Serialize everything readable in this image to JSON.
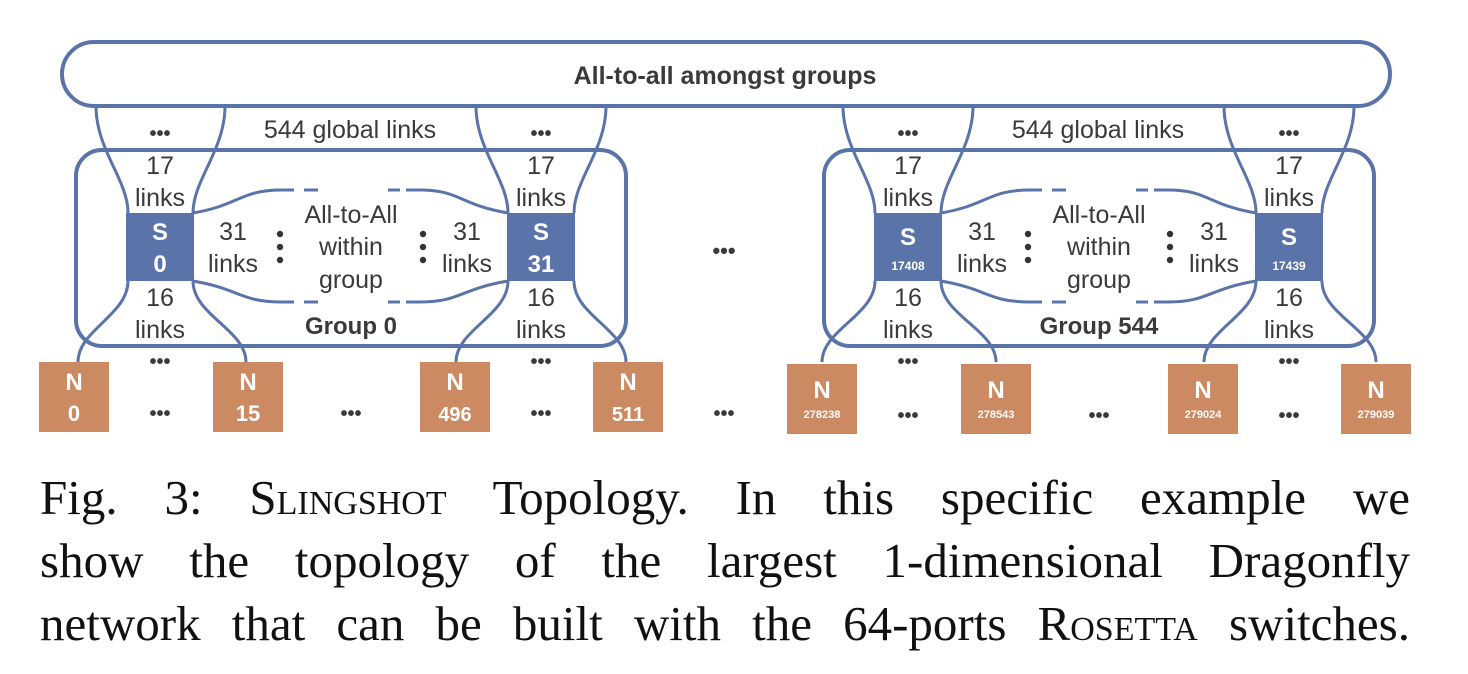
{
  "colors": {
    "outline": "#5a73a8",
    "switch": "#5a73a8",
    "node": "#cc8a63",
    "text": "#3a3a3a"
  },
  "top_box": {
    "label": "All-to-all amongst groups"
  },
  "ellipsis": "•••",
  "groups": [
    {
      "name": "Group 0",
      "global_links": "544 global links",
      "switch_left": {
        "s": "S",
        "id": "0"
      },
      "switch_right": {
        "s": "S",
        "id": "31"
      },
      "up_links": {
        "count": "17",
        "unit": "links"
      },
      "down_links": {
        "count": "16",
        "unit": "links"
      },
      "intra_links": {
        "count": "31",
        "unit": "links"
      },
      "center": [
        "All-to-All",
        "within",
        "group"
      ],
      "nodes": [
        {
          "n": "N",
          "id": "0"
        },
        {
          "n": "N",
          "id": "15"
        },
        {
          "n": "N",
          "id": "496"
        },
        {
          "n": "N",
          "id": "511"
        }
      ]
    },
    {
      "name": "Group 544",
      "global_links": "544 global links",
      "switch_left": {
        "s": "S",
        "id": "17408"
      },
      "switch_right": {
        "s": "S",
        "id": "17439"
      },
      "up_links": {
        "count": "17",
        "unit": "links"
      },
      "down_links": {
        "count": "16",
        "unit": "links"
      },
      "intra_links": {
        "count": "31",
        "unit": "links"
      },
      "center": [
        "All-to-All",
        "within",
        "group"
      ],
      "nodes": [
        {
          "n": "N",
          "id": "278238"
        },
        {
          "n": "N",
          "id": "278543"
        },
        {
          "n": "N",
          "id": "279024"
        },
        {
          "n": "N",
          "id": "279039"
        }
      ]
    }
  ],
  "caption": {
    "prefix": "Fig. 3: ",
    "name1": "Slingshot",
    "line1_rest": " Topology. In this specific example we",
    "line2": "show the topology of the largest 1-dimensional Dragonfly",
    "line3_pre": "network that can be built with the 64-ports ",
    "name2": "Rosetta",
    "line3_post": " switches."
  }
}
